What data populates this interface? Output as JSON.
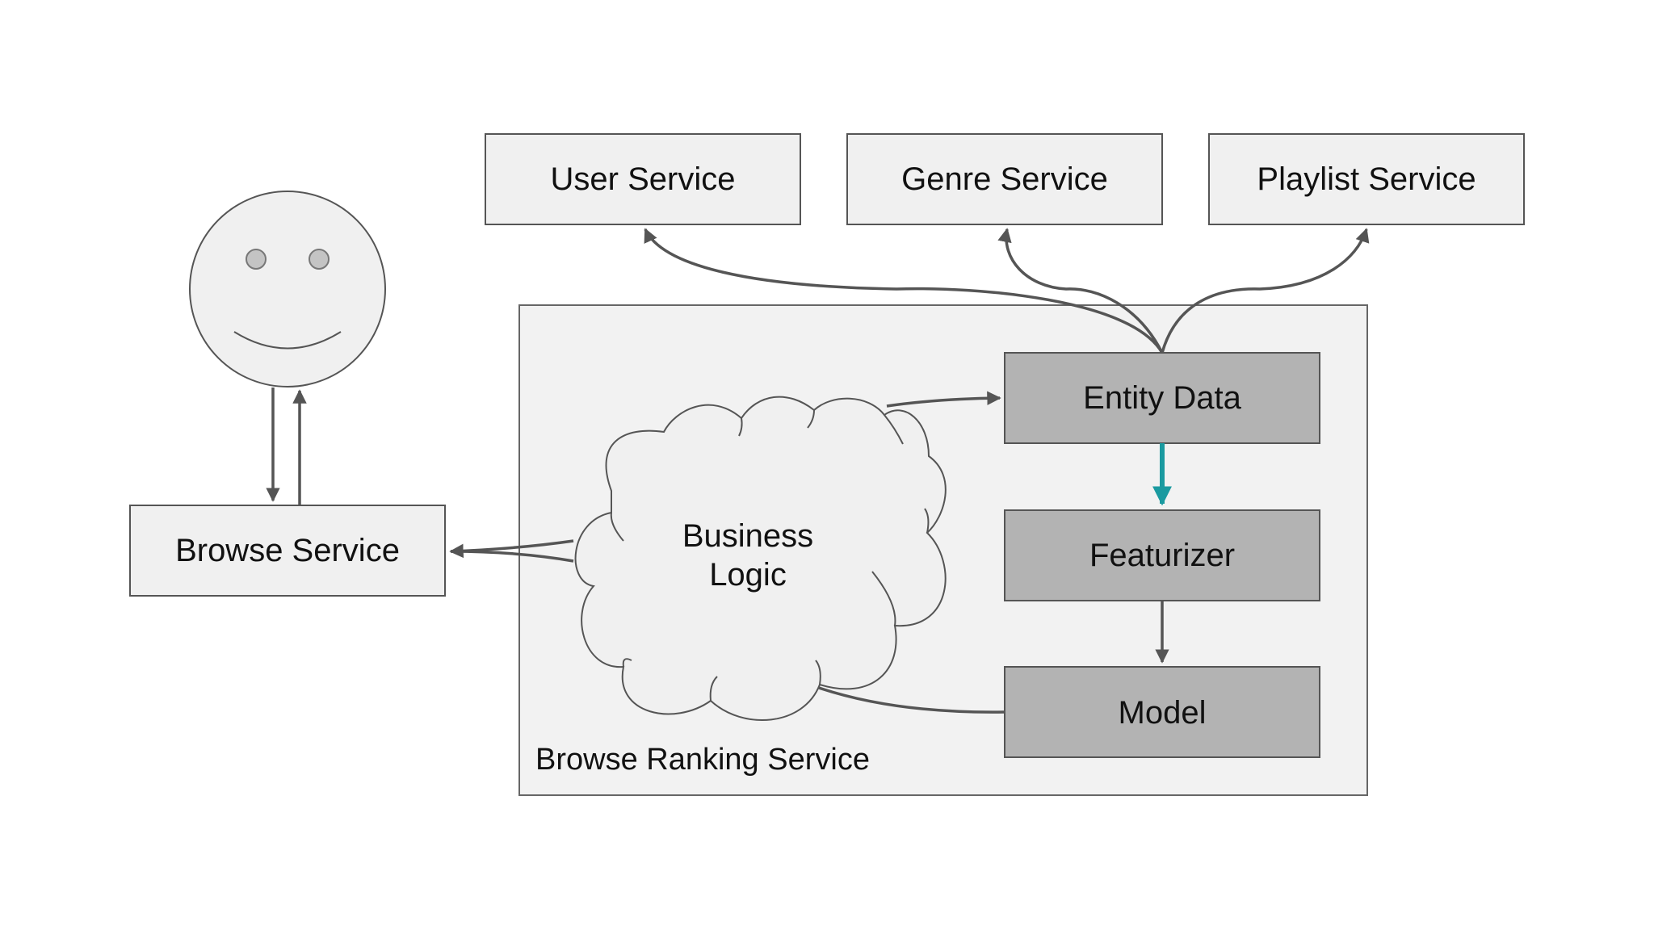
{
  "nodes": {
    "user_service": "User Service",
    "genre_service": "Genre Service",
    "playlist_service": "Playlist Service",
    "browse_service": "Browse Service",
    "entity_data": "Entity Data",
    "featurizer": "Featurizer",
    "model": "Model",
    "business_logic_line1": "Business",
    "business_logic_line2": "Logic",
    "browse_ranking_service": "Browse Ranking Service"
  },
  "colors": {
    "highlight_arrow": "#1a9aa0",
    "dark_box": "#b3b3b3",
    "light_box": "#f0f0f0"
  }
}
